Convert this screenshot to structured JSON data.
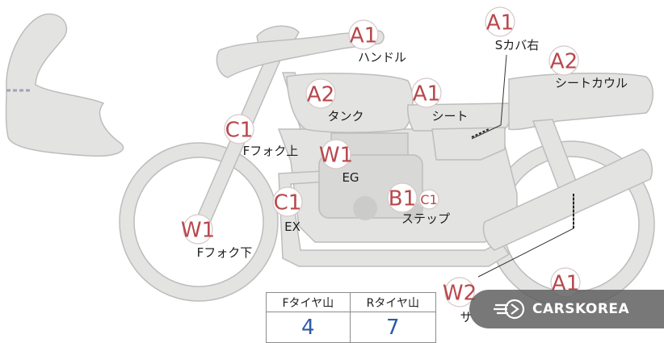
{
  "badges": [
    {
      "id": "handle",
      "code": "A1",
      "label": "ハンドル"
    },
    {
      "id": "seat-cover-right",
      "code": "A1",
      "label": "Sカバ右"
    },
    {
      "id": "seat-cowl",
      "code": "A2",
      "label": "シートカウル"
    },
    {
      "id": "tank",
      "code": "A2",
      "label": "タンク"
    },
    {
      "id": "seat",
      "code": "A1",
      "label": "シート"
    },
    {
      "id": "front-fork-upper",
      "code": "C1",
      "label": "Fフォク上"
    },
    {
      "id": "engine",
      "code": "W1",
      "label": "EG"
    },
    {
      "id": "exhaust",
      "code": "C1",
      "label": "EX"
    },
    {
      "id": "step",
      "code": "B1",
      "label": "ステップ"
    },
    {
      "id": "step-secondary",
      "code": "C1",
      "label": ""
    },
    {
      "id": "front-fork-lower",
      "code": "W1",
      "label": "Fフォク下"
    },
    {
      "id": "muffler",
      "code": "W2",
      "label": "サ"
    },
    {
      "id": "rear",
      "code": "A1",
      "label": ""
    }
  ],
  "tyre_table": {
    "headers": [
      "Fタイヤ山",
      "Rタイヤ山"
    ],
    "values": [
      "4",
      "7"
    ]
  },
  "watermark": {
    "text": "CARSKOREA",
    "icon": "carskorea-logo-icon"
  },
  "colors": {
    "part_fill": "#e3e3e2",
    "code_red": "#b8484c",
    "value_blue": "#2f5aa8"
  }
}
